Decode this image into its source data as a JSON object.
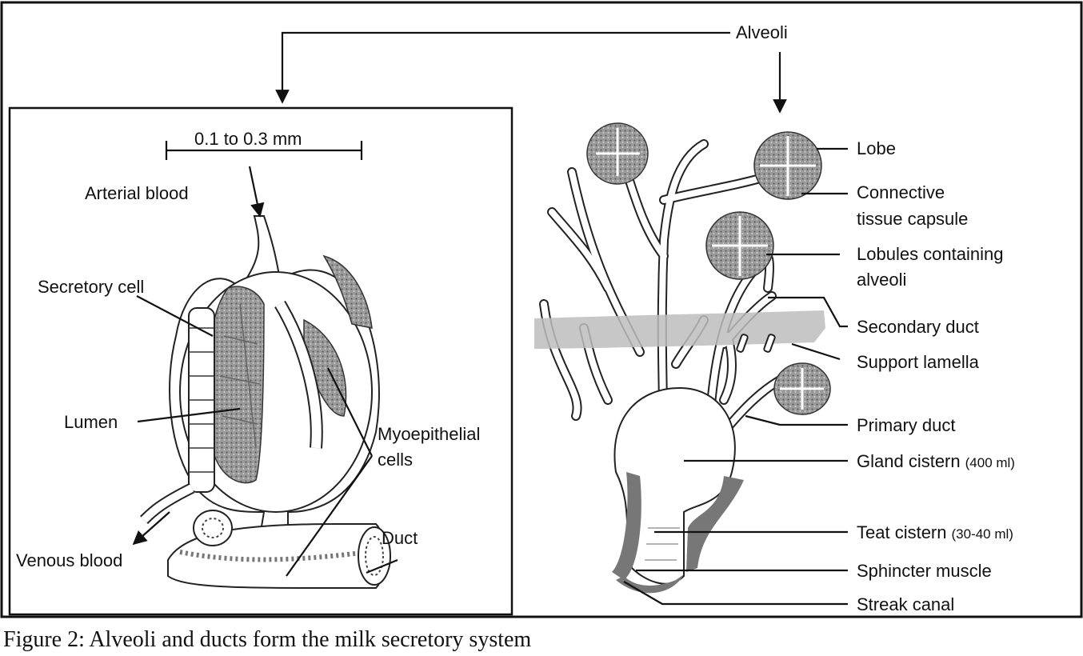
{
  "figure": {
    "caption": "Figure 2:  Alveoli and ducts form the milk secretory system",
    "top_label": "Alveoli",
    "left_panel": {
      "scale": "0.1 to 0.3 mm",
      "labels": {
        "arterial_blood": "Arterial blood",
        "secretory_cell": "Secretory cell",
        "lumen": "Lumen",
        "myoepithelial_1": "Myoepithelial",
        "myoepithelial_2": "cells",
        "venous_blood": "Venous blood",
        "duct": "Duct"
      }
    },
    "right_panel": {
      "labels": {
        "lobe": "Lobe",
        "connective_1": "Connective",
        "connective_2": "tissue capsule",
        "lobules_1": "Lobules containing",
        "lobules_2": "alveoli",
        "secondary_duct": "Secondary duct",
        "support_lamella": "Support lamella",
        "primary_duct": "Primary duct",
        "gland_cistern": "Gland cistern",
        "gland_cistern_volume": "(400 ml)",
        "teat_cistern": "Teat cistern",
        "teat_cistern_volume": "(30-40 ml)",
        "sphincter_muscle": "Sphincter muscle",
        "streak_canal": "Streak canal"
      }
    }
  }
}
